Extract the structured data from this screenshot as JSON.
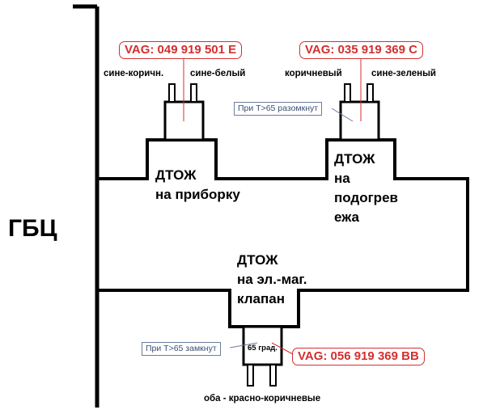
{
  "head_label": "ГБЦ",
  "sensors": [
    {
      "part_number": "VAG: 049 919 501 E",
      "title_lines": [
        "ДТОЖ",
        "на приборку"
      ],
      "wire_left": "сине-коричн.",
      "wire_right": "сине-белый"
    },
    {
      "part_number": "VAG: 035 919 369 C",
      "title_lines": [
        "ДТОЖ",
        "на",
        "подогрев",
        "ежа"
      ],
      "wire_left": "коричневый",
      "wire_right": "сине-зеленый",
      "note": "При T>65 разомкнут"
    },
    {
      "part_number": "VAG: 056 919 369 BB",
      "title_lines": [
        "ДТОЖ",
        "на эл.-маг.",
        "клапан"
      ],
      "wires": "оба - красно-коричневые",
      "note": "При T>65 замкнут",
      "temp_label": "65 град."
    }
  ],
  "colors": {
    "line": "#000000",
    "part_number": "#d32f2f",
    "note_border": "#6b7d9c",
    "note_text": "#3b4f73"
  }
}
